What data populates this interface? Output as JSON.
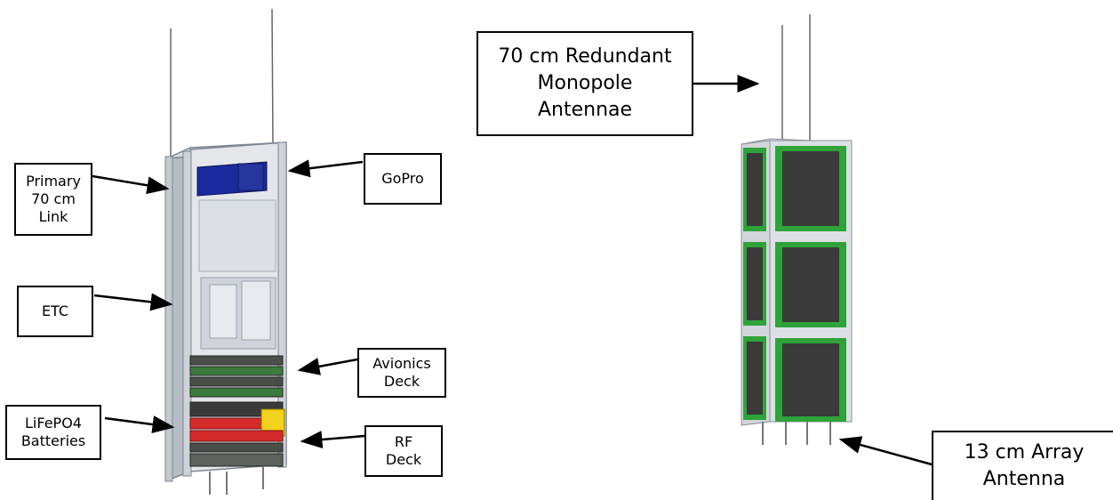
{
  "labels": {
    "primary_link": [
      "Primary",
      "70 cm",
      "Link"
    ],
    "gopro": [
      "GoPro"
    ],
    "etc": [
      "ETC"
    ],
    "avionics": [
      "Avionics",
      "Deck"
    ],
    "batteries": [
      "LiFePO4",
      "Batteries"
    ],
    "rf_deck": [
      "RF",
      "Deck"
    ],
    "monopole": [
      "70 cm Redundant",
      "Monopole",
      "Antennae"
    ],
    "array_antenna": [
      "13 cm Array",
      "Antenna"
    ]
  },
  "colors": {
    "chassis": "#c9ccd3",
    "chassis_dark": "#9aa0aa",
    "gopro_blue": "#1a2a9c",
    "panel_green": "#2fa33a",
    "cell_dark": "#3a3a3a",
    "battery_red": "#d42a2a",
    "battery_yellow": "#f2d21a",
    "board_green": "#3d7a3d"
  }
}
